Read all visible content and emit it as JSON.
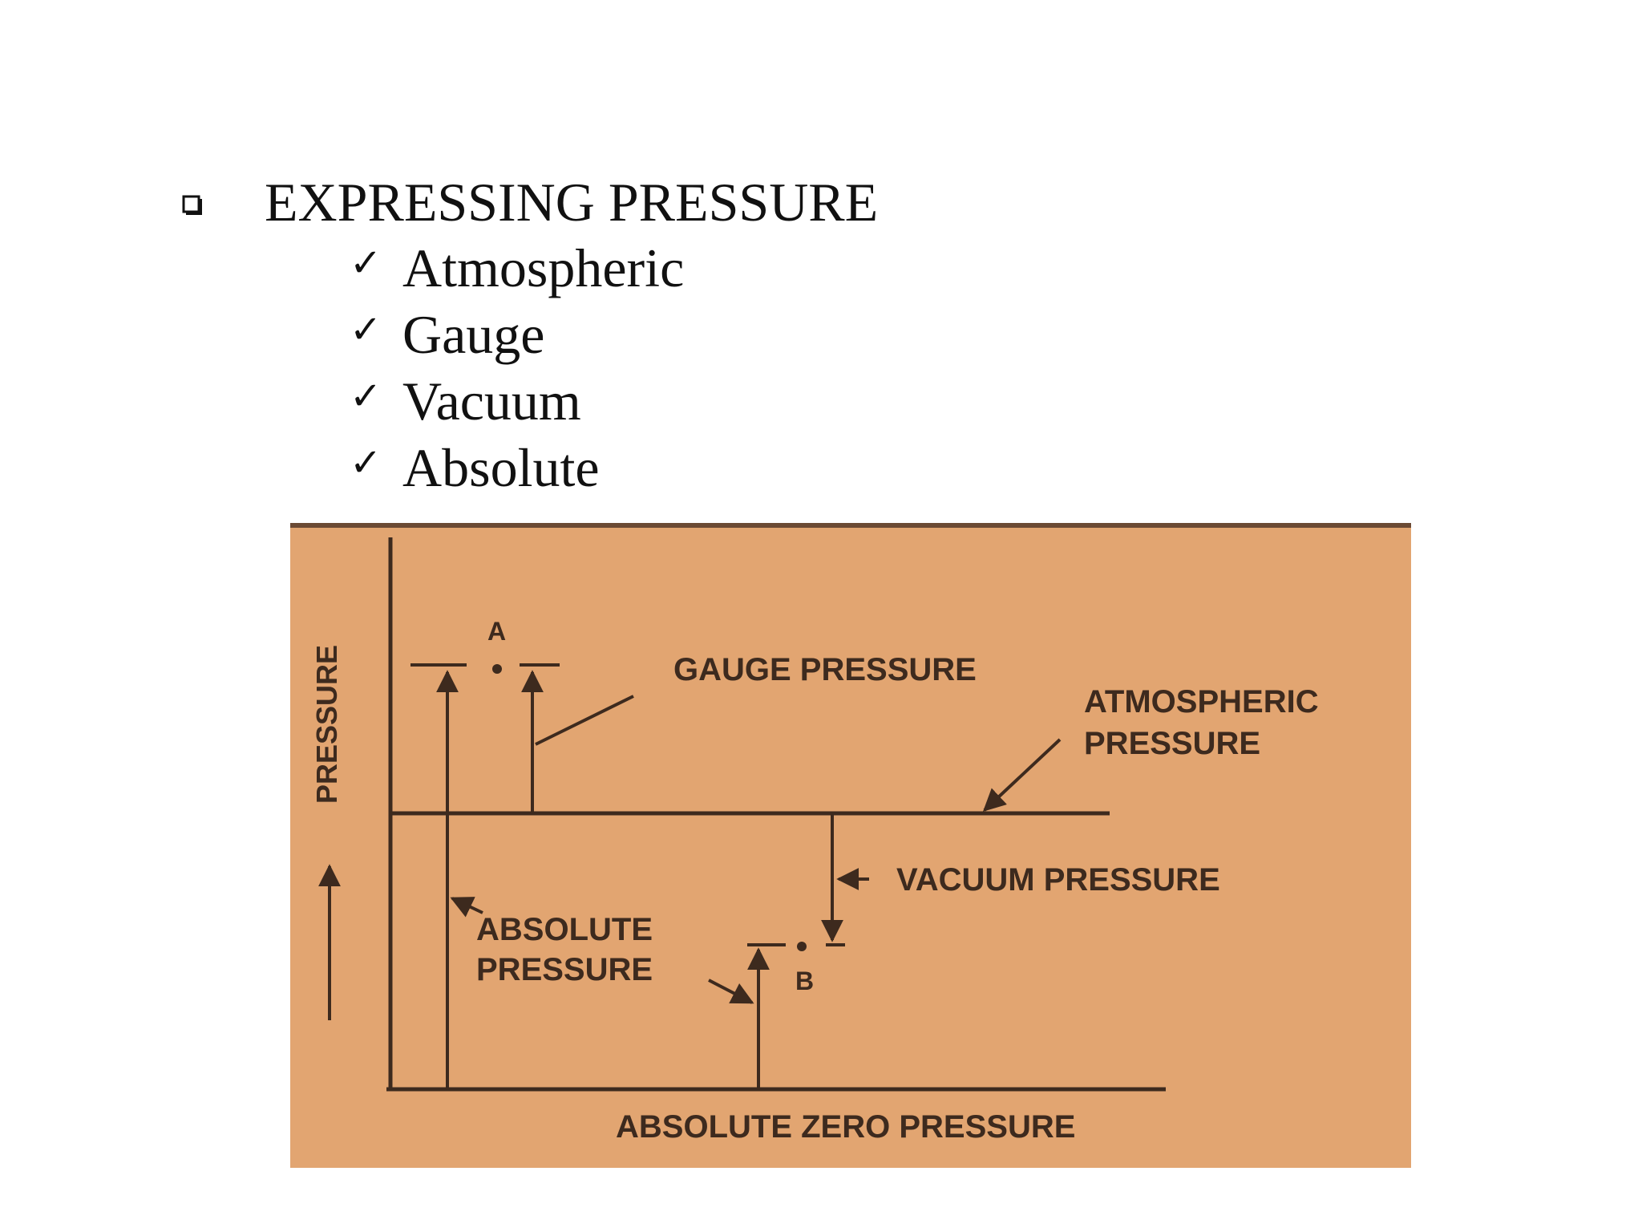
{
  "heading": "EXPRESSING PRESSURE",
  "sub_items": [
    "Atmospheric",
    "Gauge",
    "Vacuum",
    "Absolute"
  ],
  "check_glyph": "✓",
  "icons": {
    "heading_bullet": "hollow-square-bullet-icon",
    "item_bullet": "check-mark-icon"
  },
  "figure": {
    "y_axis_label": "PRESSURE",
    "point_a": "A",
    "point_b": "B",
    "gauge_label": "GAUGE PRESSURE",
    "atmospheric_label_line1": "ATMOSPHERIC",
    "atmospheric_label_line2": "PRESSURE",
    "vacuum_label": "VACUUM PRESSURE",
    "absolute_label_line1": "ABSOLUTE",
    "absolute_label_line2": "PRESSURE",
    "baseline_label": "ABSOLUTE ZERO PRESSURE"
  },
  "colors": {
    "figure_background": "#e2a571",
    "ink": "#3d2a1e",
    "slide_background": "#ffffff"
  }
}
